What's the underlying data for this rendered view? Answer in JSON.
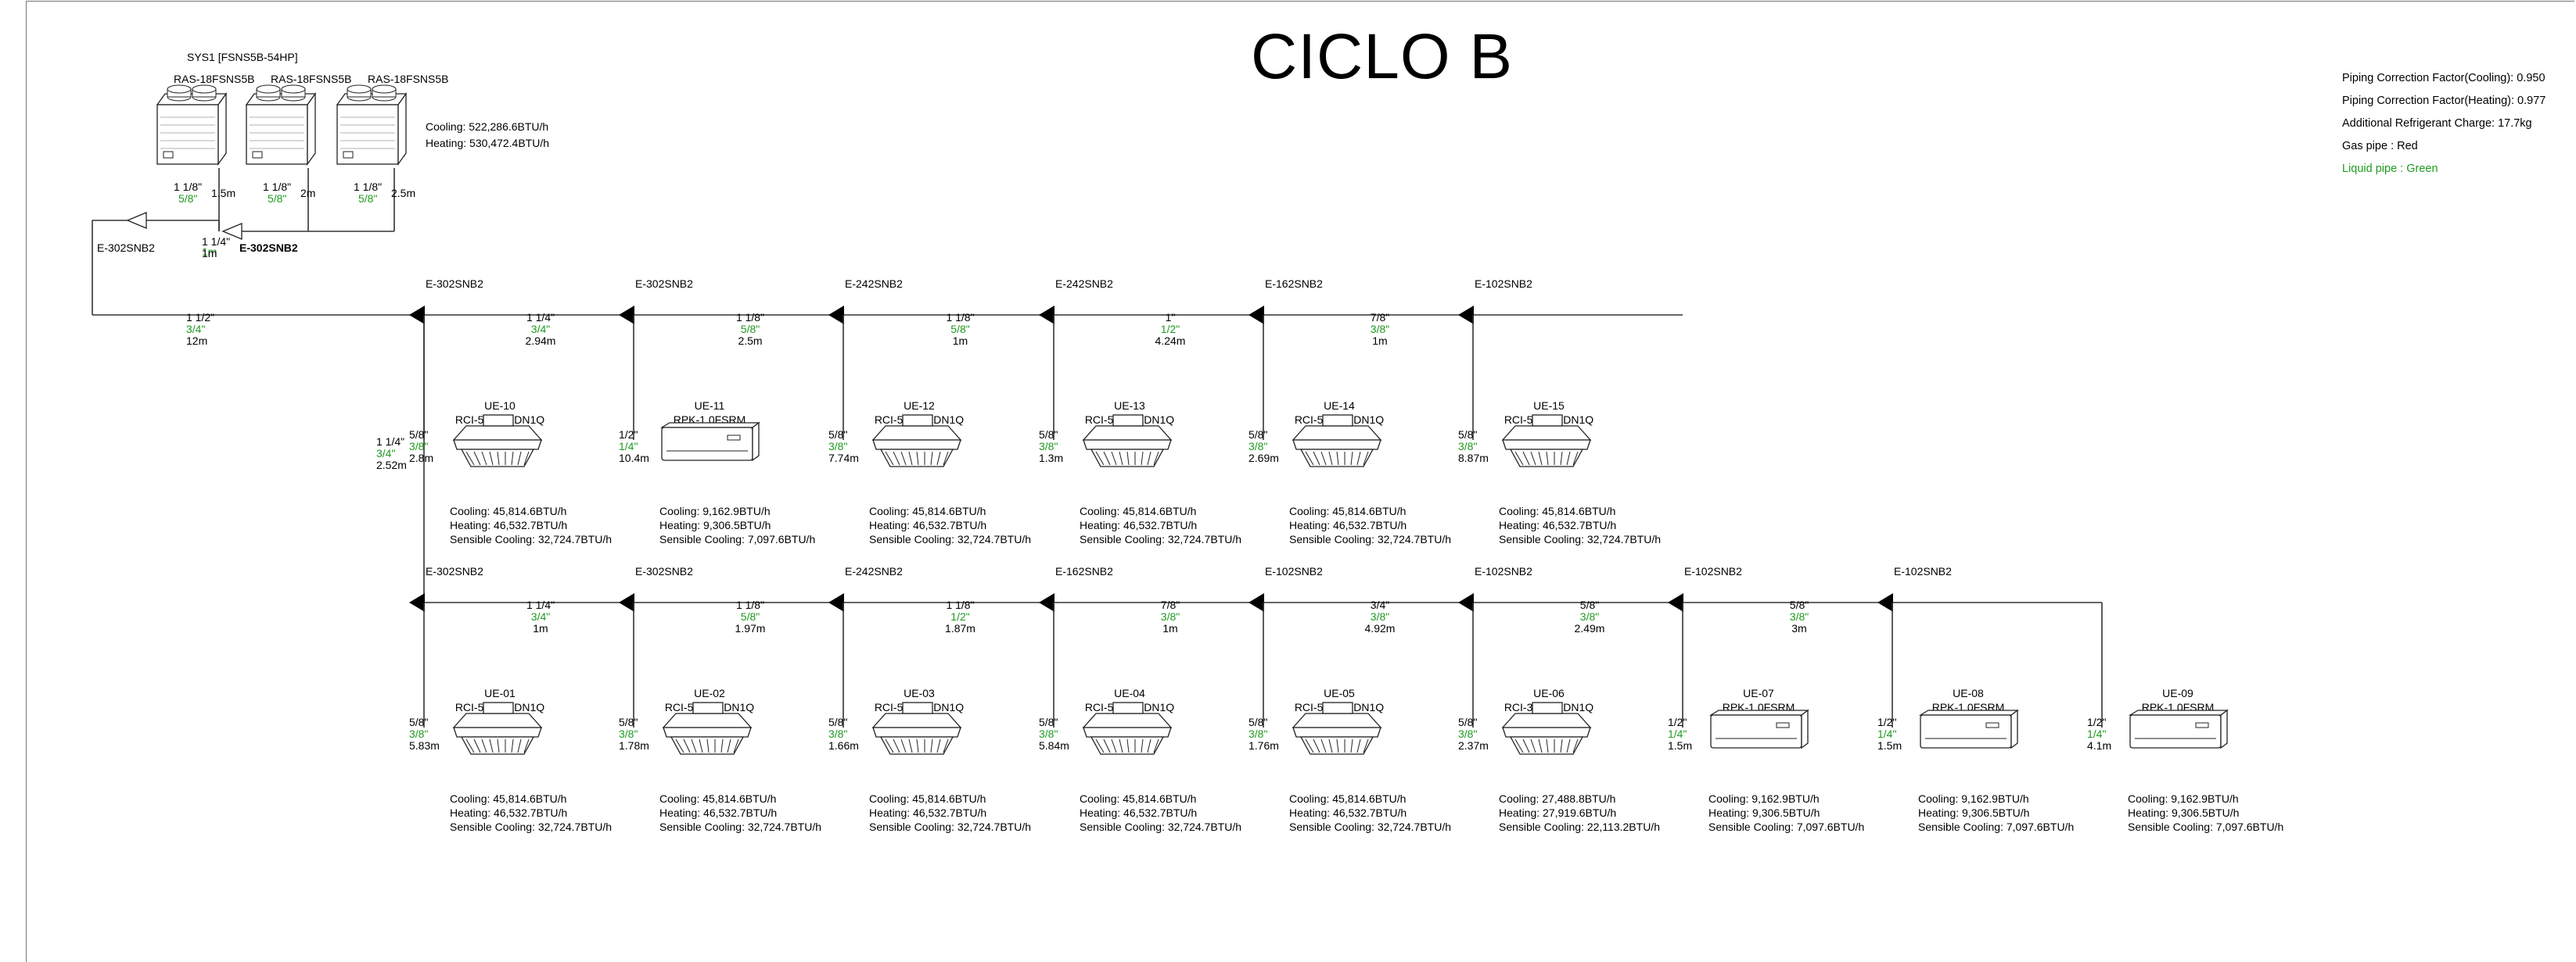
{
  "title": "CICLO B",
  "info": [
    "Piping Correction Factor(Cooling): 0.950",
    "Piping Correction Factor(Heating): 0.977",
    "Additional Refrigerant Charge: 17.7kg",
    "Gas pipe : Red",
    "Liquid pipe : Green"
  ],
  "colors": {
    "liquid": "#1f9a1f",
    "line": "#333333",
    "text": "#000000"
  },
  "system": {
    "name": "SYS1 [FSNS5B-54HP]",
    "outdoor_models": [
      "RAS-18FSNS5B",
      "RAS-18FSNS5B",
      "RAS-18FSNS5B"
    ],
    "cooling": "Cooling: 522,286.6BTU/h",
    "heating": "Heating: 530,472.4BTU/h",
    "outdoor_pipes": [
      {
        "gas": "1 1/8\"",
        "liquid": "5/8\"",
        "len": "1.5m"
      },
      {
        "gas": "1 1/8\"",
        "liquid": "5/8\"",
        "len": "2m"
      },
      {
        "gas": "1 1/8\"",
        "liquid": "5/8\"",
        "len": "2.5m"
      }
    ],
    "header_pipe": {
      "gas": "1 1/4\"",
      "liquid": "1m",
      "len": "1m"
    },
    "header_joints": [
      "E-302SNB2",
      "E-302SNB2"
    ]
  },
  "main_pipe": {
    "gas": "1 1/2\"",
    "liquid": "3/4\"",
    "len": "12m"
  },
  "riser_pipe": {
    "gas": "1 1/4\"",
    "liquid": "3/4\"",
    "len": "2.52m"
  },
  "branch_rows": [
    {
      "joints": [
        "E-302SNB2",
        "E-302SNB2",
        "E-242SNB2",
        "E-242SNB2",
        "E-162SNB2",
        "E-102SNB2"
      ],
      "segments": [
        {
          "gas": "1 1/4\"",
          "liquid": "3/4\"",
          "len": "2.94m"
        },
        {
          "gas": "1 1/8\"",
          "liquid": "5/8\"",
          "len": "2.5m"
        },
        {
          "gas": "1 1/8\"",
          "liquid": "5/8\"",
          "len": "1m"
        },
        {
          "gas": "1\"",
          "liquid": "1/2\"",
          "len": "4.24m"
        },
        {
          "gas": "7/8\"",
          "liquid": "3/8\"",
          "len": "1m"
        }
      ],
      "units": [
        {
          "id": "UE-10",
          "model": "RCI-5.0FSKDN1Q",
          "kind": "cassette",
          "gas": "5/8\"",
          "liquid": "3/8\"",
          "len": "2.8m",
          "cooling": "Cooling: 45,814.6BTU/h",
          "heating": "Heating: 46,532.7BTU/h",
          "sensible": "Sensible Cooling: 32,724.7BTU/h"
        },
        {
          "id": "UE-11",
          "model": "RPK-1.0FSRM",
          "kind": "wall",
          "gas": "1/2\"",
          "liquid": "1/4\"",
          "len": "10.4m",
          "cooling": "Cooling: 9,162.9BTU/h",
          "heating": "Heating: 9,306.5BTU/h",
          "sensible": "Sensible Cooling: 7,097.6BTU/h"
        },
        {
          "id": "UE-12",
          "model": "RCI-5.0FSKDN1Q",
          "kind": "cassette",
          "gas": "5/8\"",
          "liquid": "3/8\"",
          "len": "7.74m",
          "cooling": "Cooling: 45,814.6BTU/h",
          "heating": "Heating: 46,532.7BTU/h",
          "sensible": "Sensible Cooling: 32,724.7BTU/h"
        },
        {
          "id": "UE-13",
          "model": "RCI-5.0FSKDN1Q",
          "kind": "cassette",
          "gas": "5/8\"",
          "liquid": "3/8\"",
          "len": "1.3m",
          "cooling": "Cooling: 45,814.6BTU/h",
          "heating": "Heating: 46,532.7BTU/h",
          "sensible": "Sensible Cooling: 32,724.7BTU/h"
        },
        {
          "id": "UE-14",
          "model": "RCI-5.0FSKDN1Q",
          "kind": "cassette",
          "gas": "5/8\"",
          "liquid": "3/8\"",
          "len": "2.69m",
          "cooling": "Cooling: 45,814.6BTU/h",
          "heating": "Heating: 46,532.7BTU/h",
          "sensible": "Sensible Cooling: 32,724.7BTU/h"
        },
        {
          "id": "UE-15",
          "model": "RCI-5.0FSKDN1Q",
          "kind": "cassette",
          "gas": "5/8\"",
          "liquid": "3/8\"",
          "len": "8.87m",
          "cooling": "Cooling: 45,814.6BTU/h",
          "heating": "Heating: 46,532.7BTU/h",
          "sensible": "Sensible Cooling: 32,724.7BTU/h"
        }
      ]
    },
    {
      "joints": [
        "E-302SNB2",
        "E-302SNB2",
        "E-242SNB2",
        "E-162SNB2",
        "E-102SNB2",
        "E-102SNB2",
        "E-102SNB2",
        "E-102SNB2"
      ],
      "segments": [
        {
          "gas": "1 1/4\"",
          "liquid": "3/4\"",
          "len": "1m"
        },
        {
          "gas": "1 1/8\"",
          "liquid": "5/8\"",
          "len": "1.97m"
        },
        {
          "gas": "1 1/8\"",
          "liquid": "1/2\"",
          "len": "1.87m"
        },
        {
          "gas": "7/8\"",
          "liquid": "3/8\"",
          "len": "1m"
        },
        {
          "gas": "3/4\"",
          "liquid": "3/8\"",
          "len": "4.92m"
        },
        {
          "gas": "5/8\"",
          "liquid": "3/8\"",
          "len": "2.49m"
        },
        {
          "gas": "5/8\"",
          "liquid": "3/8\"",
          "len": "3m"
        }
      ],
      "units": [
        {
          "id": "UE-01",
          "model": "RCI-5.0FSKDN1Q",
          "kind": "cassette",
          "gas": "5/8\"",
          "liquid": "3/8\"",
          "len": "5.83m",
          "cooling": "Cooling: 45,814.6BTU/h",
          "heating": "Heating: 46,532.7BTU/h",
          "sensible": "Sensible Cooling: 32,724.7BTU/h"
        },
        {
          "id": "UE-02",
          "model": "RCI-5.0FSKDN1Q",
          "kind": "cassette",
          "gas": "5/8\"",
          "liquid": "3/8\"",
          "len": "1.78m",
          "cooling": "Cooling: 45,814.6BTU/h",
          "heating": "Heating: 46,532.7BTU/h",
          "sensible": "Sensible Cooling: 32,724.7BTU/h"
        },
        {
          "id": "UE-03",
          "model": "RCI-5.0FSKDN1Q",
          "kind": "cassette",
          "gas": "5/8\"",
          "liquid": "3/8\"",
          "len": "1.66m",
          "cooling": "Cooling: 45,814.6BTU/h",
          "heating": "Heating: 46,532.7BTU/h",
          "sensible": "Sensible Cooling: 32,724.7BTU/h"
        },
        {
          "id": "UE-04",
          "model": "RCI-5.0FSKDN1Q",
          "kind": "cassette",
          "gas": "5/8\"",
          "liquid": "3/8\"",
          "len": "5.84m",
          "cooling": "Cooling: 45,814.6BTU/h",
          "heating": "Heating: 46,532.7BTU/h",
          "sensible": "Sensible Cooling: 32,724.7BTU/h"
        },
        {
          "id": "UE-05",
          "model": "RCI-5.0FSKDN1Q",
          "kind": "cassette",
          "gas": "5/8\"",
          "liquid": "3/8\"",
          "len": "1.76m",
          "cooling": "Cooling: 45,814.6BTU/h",
          "heating": "Heating: 46,532.7BTU/h",
          "sensible": "Sensible Cooling: 32,724.7BTU/h"
        },
        {
          "id": "UE-06",
          "model": "RCI-3.0FSKDN1Q",
          "kind": "cassette",
          "gas": "5/8\"",
          "liquid": "3/8\"",
          "len": "2.37m",
          "cooling": "Cooling: 27,488.8BTU/h",
          "heating": "Heating: 27,919.6BTU/h",
          "sensible": "Sensible Cooling: 22,113.2BTU/h"
        },
        {
          "id": "UE-07",
          "model": "RPK-1.0FSRM",
          "kind": "wall",
          "gas": "1/2\"",
          "liquid": "1/4\"",
          "len": "1.5m",
          "cooling": "Cooling: 9,162.9BTU/h",
          "heating": "Heating: 9,306.5BTU/h",
          "sensible": "Sensible Cooling: 7,097.6BTU/h"
        },
        {
          "id": "UE-08",
          "model": "RPK-1.0FSRM",
          "kind": "wall",
          "gas": "1/2\"",
          "liquid": "1/4\"",
          "len": "1.5m",
          "cooling": "Cooling: 9,162.9BTU/h",
          "heating": "Heating: 9,306.5BTU/h",
          "sensible": "Sensible Cooling: 7,097.6BTU/h"
        },
        {
          "id": "UE-09",
          "model": "RPK-1.0FSRM",
          "kind": "wall",
          "gas": "1/2\"",
          "liquid": "1/4\"",
          "len": "4.1m",
          "cooling": "Cooling: 9,162.9BTU/h",
          "heating": "Heating: 9,306.5BTU/h",
          "sensible": "Sensible Cooling: 7,097.6BTU/h"
        }
      ]
    }
  ]
}
